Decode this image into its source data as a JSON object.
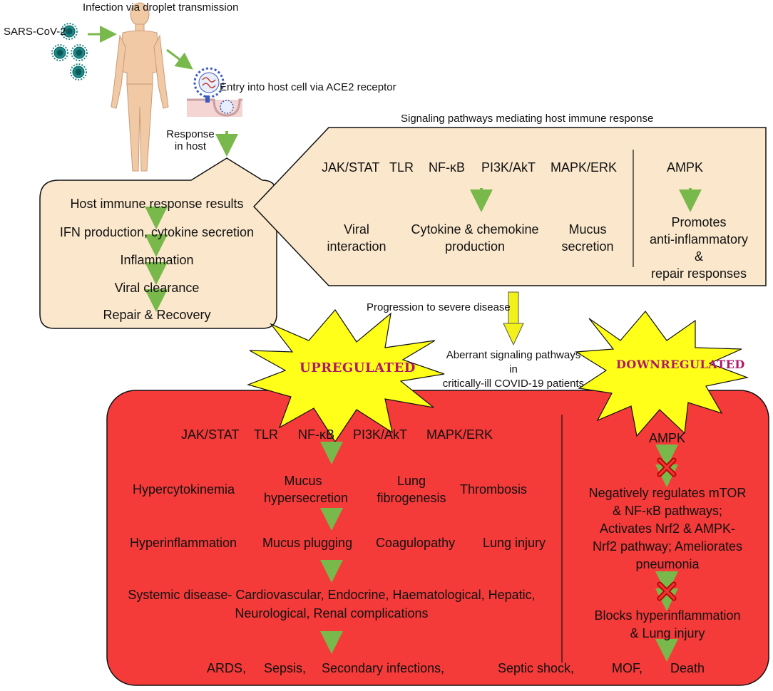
{
  "top": {
    "infection_text": "Infection via droplet transmission",
    "virus_label": "SARS-CoV-2",
    "entry_text": "Entry into host cell via ACE2 receptor",
    "response_text_1": "Response",
    "response_text_2": "in  host"
  },
  "host_box": {
    "steps": [
      "Host immune response results",
      "IFN production, cytokine secretion",
      "Inflammation",
      "Viral clearance",
      "Repair & Recovery"
    ]
  },
  "signaling_box": {
    "title": "Signaling pathways mediating host immune response",
    "pathways": [
      "JAK/STAT",
      "TLR",
      "NF-κB",
      "PI3K/AkT",
      "MAPK/ERK"
    ],
    "outcomes": [
      [
        "Viral",
        "interaction"
      ],
      [
        "Cytokine & chemokine",
        "production"
      ],
      [
        "Mucus",
        "secretion"
      ]
    ],
    "ampk_label": "AMPK",
    "ampk_outcome": [
      "Promotes",
      "anti-inflammatory",
      "&",
      "repair responses"
    ]
  },
  "progression": {
    "text": "Progression to severe disease",
    "aberrant": [
      "Aberrant signaling pathways",
      "in",
      "critically-ill  COVID-19 patients"
    ]
  },
  "bursts": {
    "up": "UPREGULATED",
    "down": "DOWNREGULATED"
  },
  "red_box": {
    "pathways": [
      "JAK/STAT",
      "TLR",
      "NF-κB",
      "PI3K/AkT",
      "MAPK/ERK"
    ],
    "row1": {
      "a": "Hypercytokinemia",
      "b": [
        "Mucus",
        "hypersecretion"
      ],
      "c": [
        "Lung",
        "fibrogenesis"
      ],
      "d": "Thrombosis"
    },
    "row2": [
      "Hyperinflammation",
      "Mucus plugging",
      "Coagulopathy",
      "Lung injury"
    ],
    "systemic": [
      "Systemic disease- Cardiovascular, Endocrine, Haematological, Hepatic,",
      "Neurological, Renal complications"
    ],
    "outcomes": [
      "ARDS,",
      "Sepsis,",
      "Secondary infections,",
      "Septic shock,",
      "MOF,",
      "Death"
    ],
    "ampk_label": "AMPK",
    "ampk_effect": [
      "Negatively regulates mTOR",
      "& NF-κB pathways;",
      "Activates Nrf2 & AMPK-",
      "Nrf2 pathway; Ameliorates",
      "pneumonia"
    ],
    "ampk_block": [
      "Blocks hyperinflammation",
      "& Lung injury"
    ]
  },
  "colors": {
    "beige": "#fbe8cc",
    "red": "#f53a3a",
    "burst_yellow": "#ffff1a",
    "burst_text": "#b0186a",
    "arrow_green": "#79b84a",
    "progress_arrow": "#f2f21a",
    "virus_teal": "#1f8a8a",
    "skin": "#f1c9a5",
    "cross_red": "#d11a1a"
  }
}
